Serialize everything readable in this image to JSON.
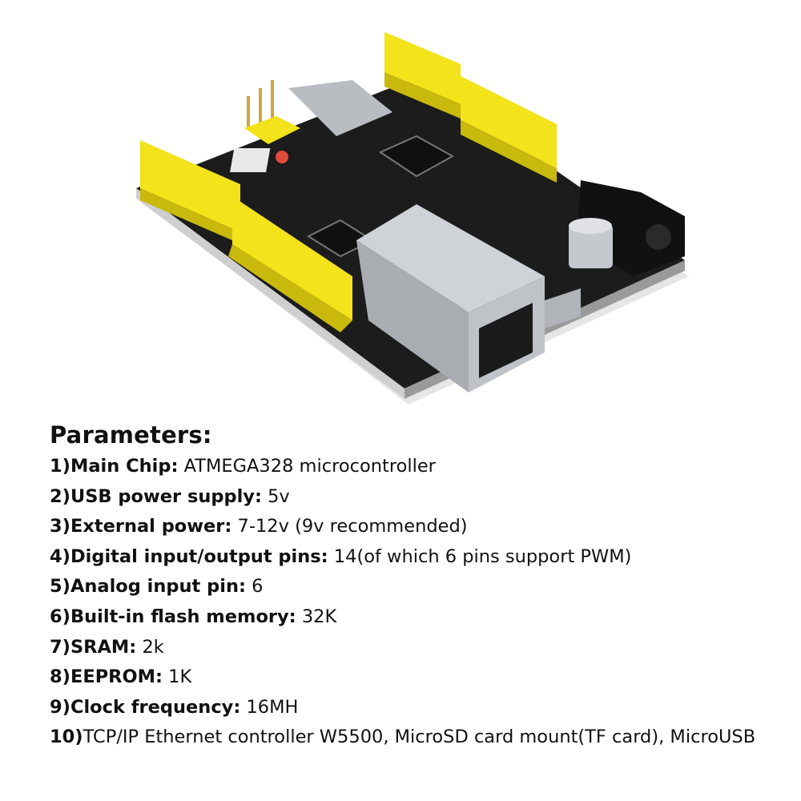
{
  "product_image": {
    "description_icon": "circuit-board-icon",
    "colors": {
      "pcb": "#1c1c1c",
      "header": "#f2e31a",
      "metal": "#b9bcc0"
    }
  },
  "heading": "Parameters:",
  "params": [
    {
      "num": "1)",
      "label": "Main Chip:",
      "value": " ATMEGA328 microcontroller"
    },
    {
      "num": "2)",
      "label": "USB power supply:",
      "value": " 5v"
    },
    {
      "num": "3)",
      "label": "External power:",
      "value": " 7-12v (9v recommended)"
    },
    {
      "num": "4)",
      "label": "Digital input/output pins:",
      "value": " 14(of which 6 pins support PWM)"
    },
    {
      "num": "5)",
      "label": "Analog input pin:",
      "value": " 6"
    },
    {
      "num": "6)",
      "label": "Built-in flash memory:",
      "value": " 32K"
    },
    {
      "num": "7)",
      "label": "SRAM:",
      "value": " 2k"
    },
    {
      "num": "8)",
      "label": "EEPROM:",
      "value": " 1K"
    },
    {
      "num": "9)",
      "label": "Clock frequency:",
      "value": " 16MH"
    },
    {
      "num": "10)",
      "label": "",
      "value": "TCP/IP Ethernet controller W5500, MicroSD card mount(TF card), MicroUSB"
    }
  ]
}
